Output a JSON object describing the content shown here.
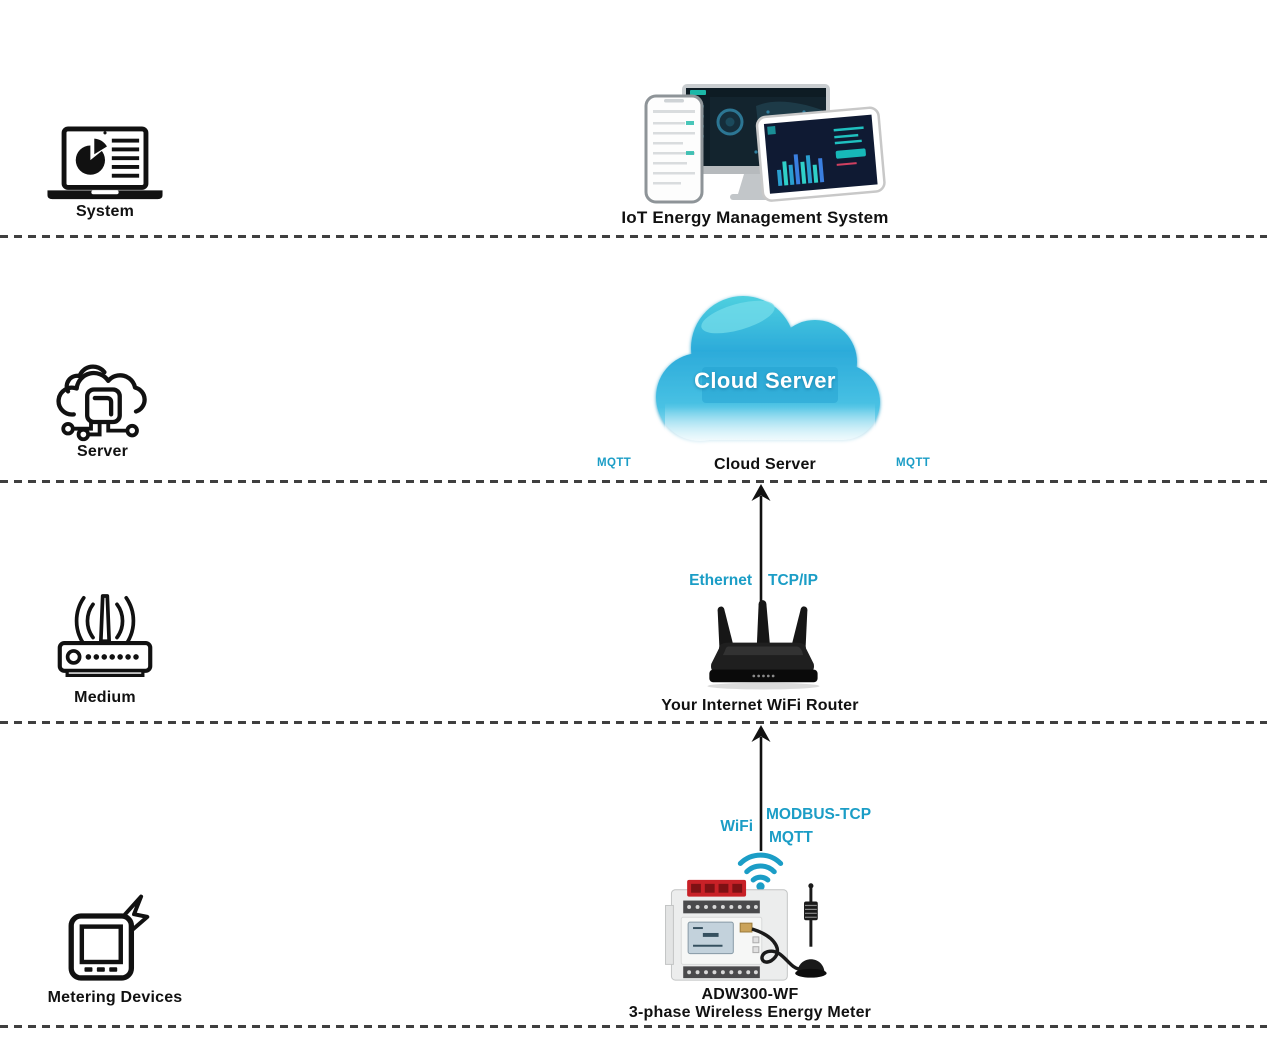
{
  "colors": {
    "accent_cyan": "#1b9dc6",
    "icon_black": "#111111",
    "cloud_top": "#4ecfdf",
    "cloud_mid": "#2cabda",
    "cloud_fade": "#d9f4fb"
  },
  "layers": {
    "system": {
      "label": "System",
      "caption": "IoT Energy Management System"
    },
    "server": {
      "label": "Server",
      "cloud_title": "Cloud Server",
      "caption": "Cloud Server",
      "mqtt_left": "MQTT",
      "mqtt_right": "MQTT"
    },
    "medium": {
      "label": "Medium",
      "link_label_left": "Ethernet",
      "link_label_right": "TCP/IP",
      "caption": "Your Internet WiFi Router"
    },
    "metering": {
      "label": "Metering Devices",
      "wifi_label": "WiFi",
      "protocol_top": "MODBUS-TCP",
      "protocol_bottom": "MQTT",
      "caption_line1": "ADW300-WF",
      "caption_line2": "3-phase Wireless Energy Meter"
    }
  }
}
